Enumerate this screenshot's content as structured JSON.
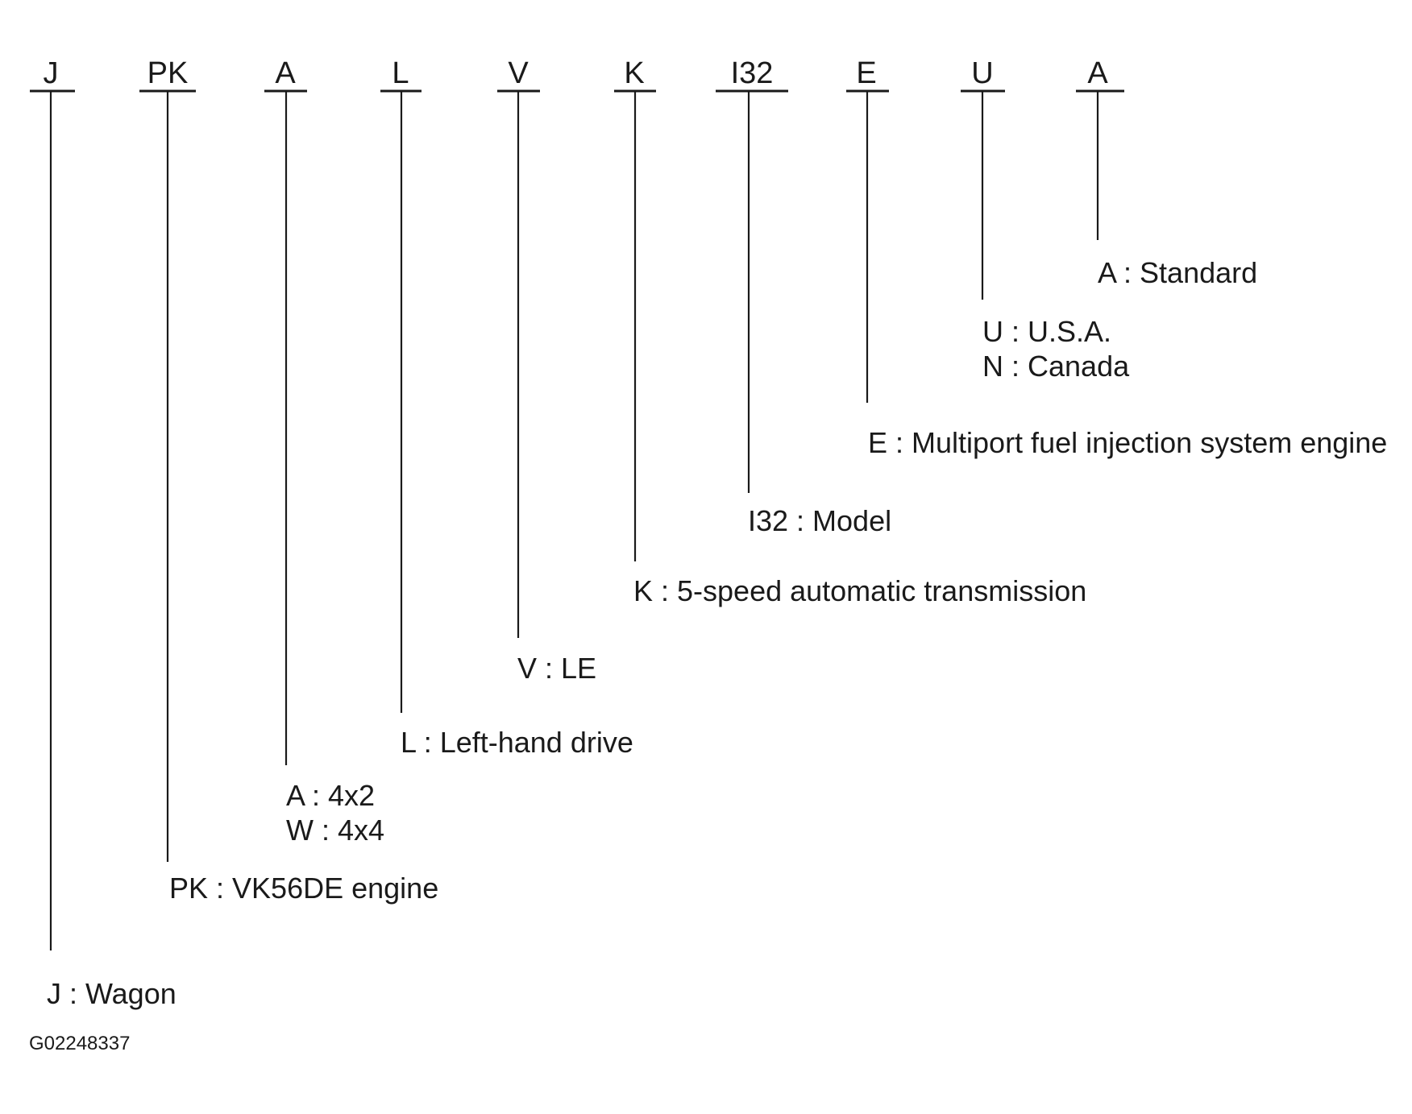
{
  "code_segments": [
    {
      "code": "J",
      "descriptions": [
        "J : Wagon"
      ]
    },
    {
      "code": "PK",
      "descriptions": [
        "PK : VK56DE engine"
      ]
    },
    {
      "code": "A",
      "descriptions": [
        "A : 4x2",
        "W : 4x4"
      ]
    },
    {
      "code": "L",
      "descriptions": [
        "L : Left-hand drive"
      ]
    },
    {
      "code": "V",
      "descriptions": [
        "V : LE"
      ]
    },
    {
      "code": "K",
      "descriptions": [
        "K : 5-speed automatic transmission"
      ]
    },
    {
      "code": "I32",
      "descriptions": [
        "I32 : Model"
      ]
    },
    {
      "code": "E",
      "descriptions": [
        "E : Multiport fuel injection system engine"
      ]
    },
    {
      "code": "U",
      "descriptions": [
        "U : U.S.A.",
        "N : Canada"
      ]
    },
    {
      "code": "A",
      "descriptions": [
        "A : Standard"
      ]
    }
  ],
  "figure_id": "G02248337"
}
